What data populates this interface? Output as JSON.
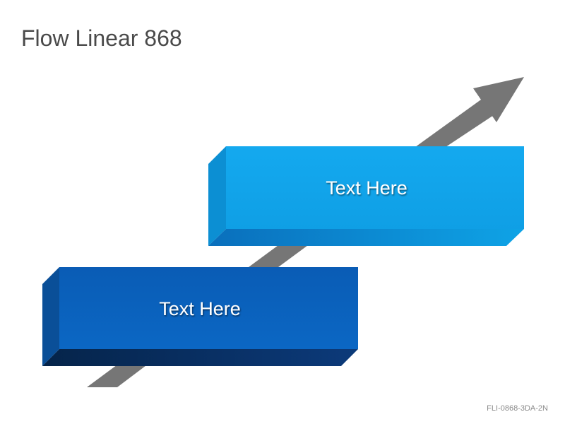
{
  "title": "Flow Linear 868",
  "code": "FLI-0868-3DA-2N",
  "boxes": [
    {
      "label": "Text Here",
      "color": "#0a5fb8"
    },
    {
      "label": "Text Here",
      "color": "#12a8ec"
    }
  ],
  "arrow_color": "#767676"
}
